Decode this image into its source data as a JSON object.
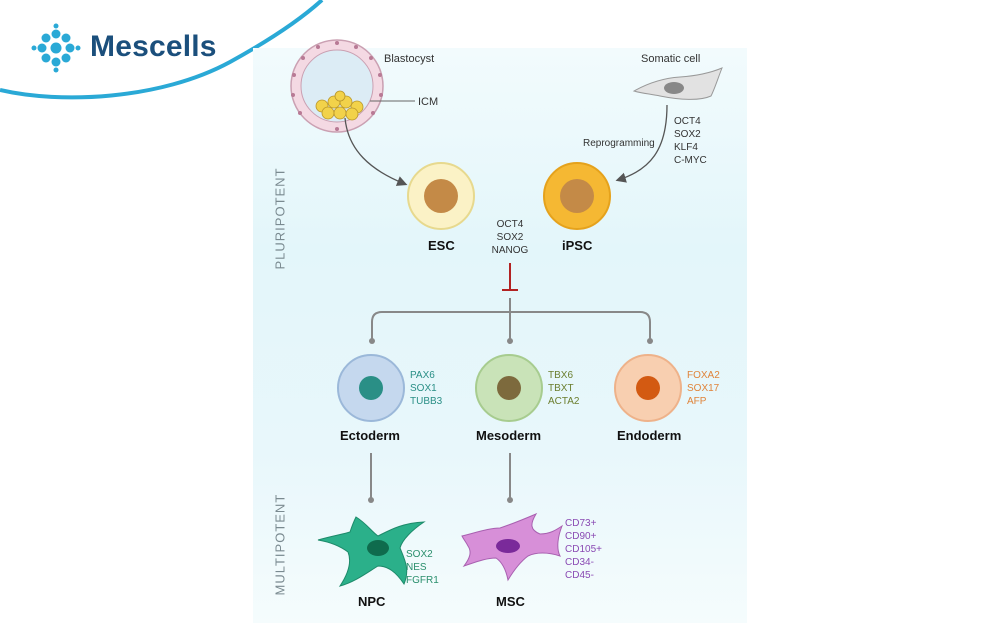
{
  "brand": {
    "name": "Mescells"
  },
  "sections": {
    "pluripotent": "PLURIPOTENT",
    "multipotent": "MULTIPOTENT"
  },
  "labels": {
    "blastocyst": "Blastocyst",
    "icm": "ICM",
    "somatic": "Somatic cell",
    "reprogramming": "Reprogramming",
    "esc": "ESC",
    "ipsc": "iPSC",
    "ectoderm": "Ectoderm",
    "mesoderm": "Mesoderm",
    "endoderm": "Endoderm",
    "npc": "NPC",
    "msc": "MSC"
  },
  "markers": {
    "reprog": [
      "OCT4",
      "SOX2",
      "KLF4",
      "C-MYC"
    ],
    "pluri": [
      "OCT4",
      "SOX2",
      "NANOG"
    ],
    "ecto": [
      "PAX6",
      "SOX1",
      "TUBB3"
    ],
    "meso": [
      "TBX6",
      "TBXT",
      "ACTA2"
    ],
    "endo": [
      "FOXA2",
      "SOX17",
      "AFP"
    ],
    "npc": [
      "SOX2",
      "NES",
      "FGFR1"
    ],
    "msc": [
      "CD73+",
      "CD90+",
      "CD105+",
      "CD34-",
      "CD45-"
    ]
  },
  "colors": {
    "brand": "#1b4f7c",
    "accent": "#2aa9d6",
    "ecto": "#2a8f86",
    "meso": "#6b7e2e",
    "endo": "#e0843a",
    "npc": "#2a8f6c",
    "msc": "#8a4ab3",
    "inhibit": "#b22222"
  }
}
